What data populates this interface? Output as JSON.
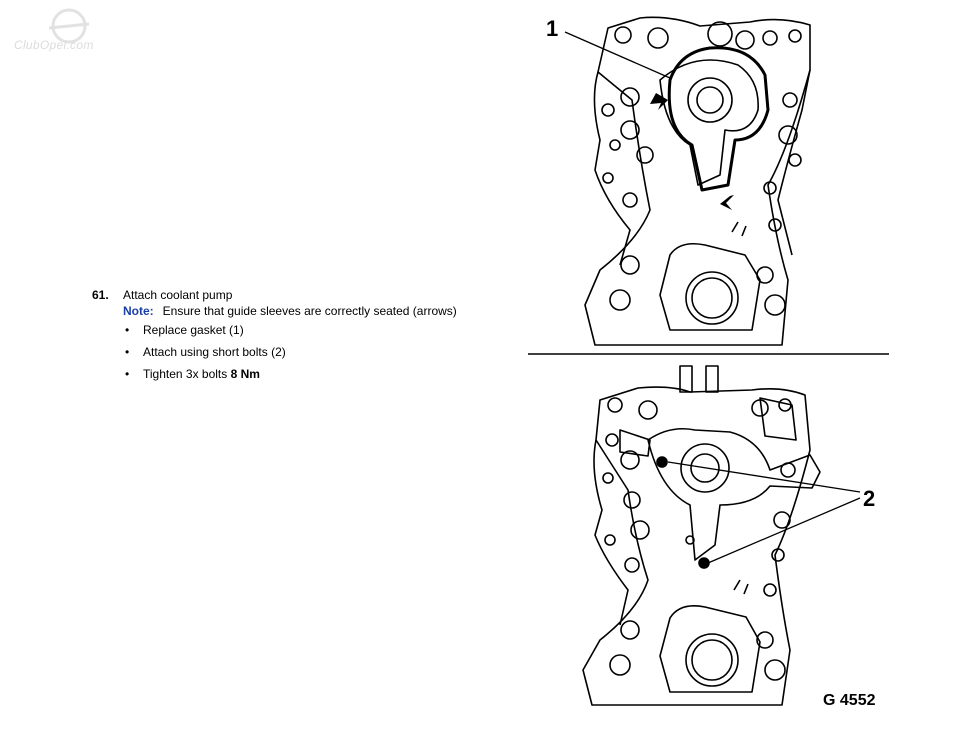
{
  "watermark": {
    "text": "ClubOpel.com"
  },
  "step": {
    "number": "61.",
    "title": "Attach coolant pump",
    "note_label": "Note:",
    "note_text": "Ensure that guide sleeves are correctly seated (arrows)",
    "bullets": [
      {
        "text": "Replace gasket (1)"
      },
      {
        "text": "Attach using short bolts (2)"
      },
      {
        "text_prefix": "Tighten 3x bolts ",
        "text_bold": "8 Nm"
      }
    ]
  },
  "figure": {
    "callout_1": "1",
    "callout_2": "2",
    "id": "G 4552"
  }
}
